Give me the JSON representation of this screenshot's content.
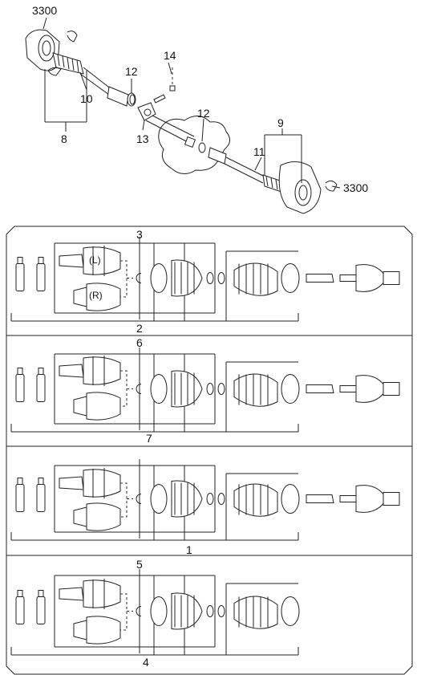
{
  "top_callouts": {
    "ref_3300_a": "3300",
    "ref_3300_b": "3300",
    "n14": "14",
    "n12a": "12",
    "n12b": "12",
    "n10": "10",
    "n8": "8",
    "n13": "13",
    "n9": "9",
    "n11": "11"
  },
  "panels": [
    {
      "top_num": "3",
      "bottom_num": "2",
      "side_left": "(L)",
      "side_right": "(R)"
    },
    {
      "top_num": "6",
      "bottom_num": "7"
    },
    {
      "bottom_num": "1"
    },
    {
      "top_num": "5",
      "bottom_num": "4"
    }
  ],
  "icons": [
    "shaft-assembly-icon",
    "cv-joint-icon",
    "boot-icon",
    "clamp-icon",
    "ring-icon",
    "grease-tube-icon"
  ]
}
